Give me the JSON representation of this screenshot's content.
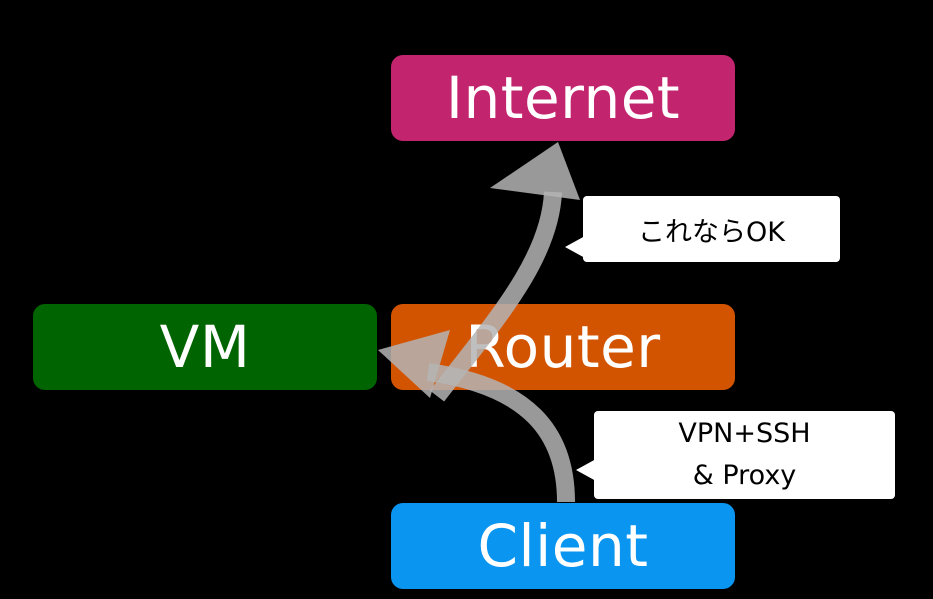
{
  "diagram": {
    "nodes": {
      "internet": {
        "label": "Internet",
        "color": "#c2246e"
      },
      "vm": {
        "label": "VM",
        "color": "#006500"
      },
      "router": {
        "label": "Router",
        "color": "#d35400"
      },
      "client": {
        "label": "Client",
        "color": "#0a95f0"
      }
    },
    "callouts": {
      "ok": {
        "text": "これならOK"
      },
      "vpn": {
        "line1": "VPN+SSH",
        "line2": "& Proxy"
      }
    },
    "arrow_color": "#b4b4b4",
    "edges": [
      {
        "from": "client",
        "to": "vm"
      },
      {
        "from": "vm",
        "to": "internet"
      }
    ]
  }
}
